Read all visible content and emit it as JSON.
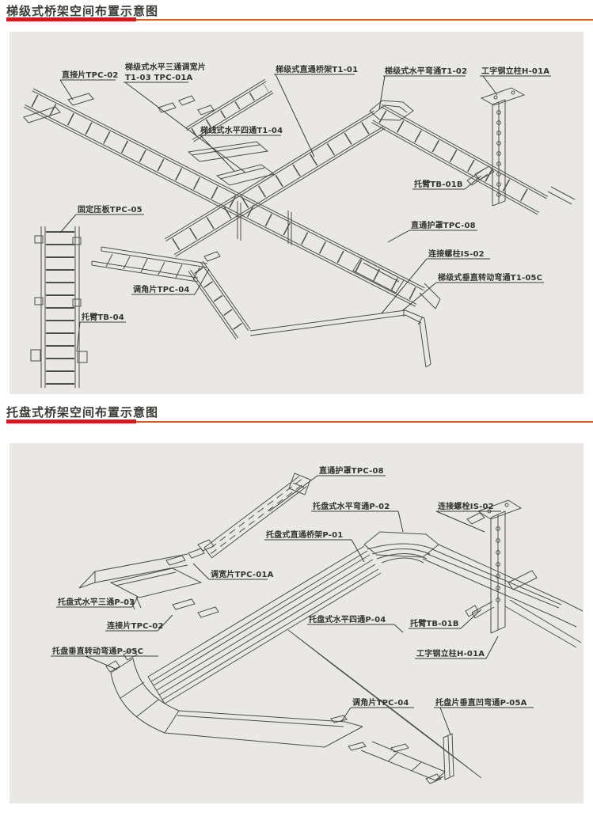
{
  "colors": {
    "accent_red_bar": "#c8201c",
    "accent_orange_line": "#df5426",
    "panel_background": "#e9e8e5",
    "line_color": "#4d4d4b",
    "title_color": "#3a3a36"
  },
  "sections": [
    {
      "title": "梯级式桥架空间布置示意图",
      "labels": {
        "tpc02": "直接片TPC-02",
        "t103_line1": "梯级式水平三通调宽片",
        "t103_line2": "T1-03 TPC-01A",
        "t101": "梯级式直通桥架T1-01",
        "t102": "梯级式水平弯通T1-02",
        "h01a": "工字钢立柱H-01A",
        "t104": "梯线式水平四通T1-04",
        "tb01b": "托臂TB-01B",
        "tpc08": "直通护罩TPC-08",
        "is02": "连接螺柱IS-02",
        "t105c": "梯级式垂直转动弯通T1-05C",
        "tpc05": "固定压板TPC-05",
        "tpc04": "调角片TPC-04",
        "tb04": "托臂TB-04"
      }
    },
    {
      "title": "托盘式桥架空间布置示意图",
      "labels": {
        "tpc08": "直通护罩TPC-08",
        "p02": "托盘式水平弯通P-02",
        "is02": "连接螺栓IS-02",
        "p01": "托盘式直通桥架P-01",
        "tpc01a": "调宽片TPC-01A",
        "p03": "托盘式水平三通P-03",
        "tpc02": "连接片TPC-02",
        "p05c": "托盘垂直转动弯通P-05C",
        "p04": "托盘式水平四通P-04",
        "tb01b": "托臂TB-01B",
        "h01a": "工字钢立柱H-01A",
        "tpc04": "调角片TPC-04",
        "p05a": "托盘片垂直凹弯通P-05A"
      }
    }
  ]
}
